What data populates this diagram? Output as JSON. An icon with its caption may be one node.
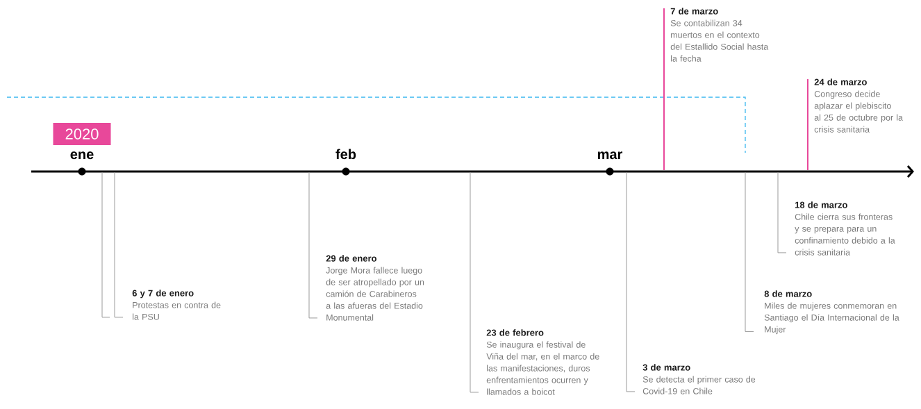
{
  "diagram": {
    "nodes": [
      {
        "text": [
          "2020"
        ]
      },
      {
        "text": [
          "6 y 7 de enero",
          "Protestas en contra de la PSU"
        ]
      },
      {
        "text": [
          "29 de enero",
          "Jorge Mora fallece luego de ser atropellado por un camión de Carabineros a las afueras del Estadio Monumental"
        ]
      },
      {
        "text": [
          "23 de febrero",
          "Se inaugura el festival de Viña del mar, en el marco de las manifestaciones, duros enfrentamientos ocurren y llamados a boicot"
        ]
      },
      {
        "text": [
          "3 de marzo",
          "Se detecta el primer caso de Covid-19 en Chile"
        ]
      },
      {
        "text": [
          "7 de marzo",
          "Se contabilizan 34 muertos en el contexto del Estallido Social hasta la fecha"
        ]
      },
      {
        "text": [
          "8 de marzo",
          "Miles de mujeres conmemoran en Santiago el Día Internacional de la Mujer"
        ]
      },
      {
        "text": [
          "18 de marzo",
          "Chile cierra sus fronteras y se prepara para un confinamiento debido a la crisis sanitaria"
        ]
      },
      {
        "text": [
          "24 de marzo",
          "Congreso decide aplazar el plebiscito al 25 de octubre por la crisis sanitaria"
        ]
      }
    ],
    "edges": [
      {
        "from": 1,
        "to": null,
        "arrow": "none"
      },
      {
        "from": 1,
        "to": null,
        "arrow": "none"
      },
      {
        "from": 2,
        "to": null,
        "arrow": "none"
      },
      {
        "from": 3,
        "to": null,
        "arrow": "none"
      },
      {
        "from": 4,
        "to": null,
        "arrow": "none"
      },
      {
        "from": 5,
        "to": null,
        "arrow": "none",
        "color": "#e8489a"
      },
      {
        "from": 6,
        "to": null,
        "arrow": "none"
      },
      {
        "from": 7,
        "to": null,
        "arrow": "none"
      },
      {
        "from": 8,
        "to": null,
        "arrow": "none",
        "color": "#e8489a"
      }
    ],
    "labels": [
      "ene",
      "feb",
      "mar"
    ]
  }
}
